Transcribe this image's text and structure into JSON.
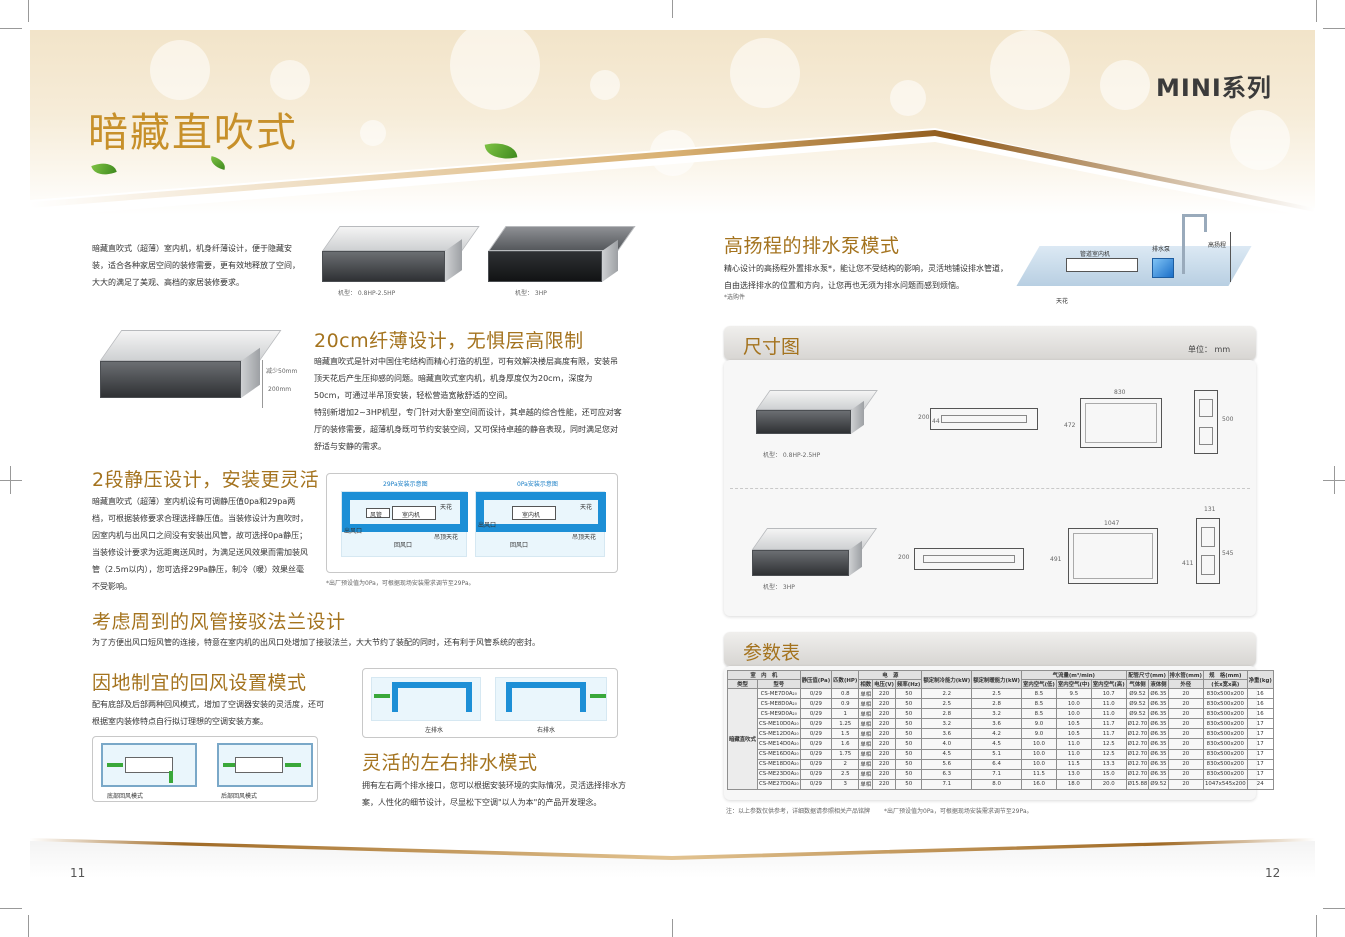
{
  "header": {
    "title": "暗藏直吹式",
    "series_logo": "MINI系列"
  },
  "intro": {
    "text": "暗藏直吹式（超薄）室内机，机身纤薄设计，便于隐藏安装，适合各种家居空间的装修需要，更有效地释放了空间，大大的满足了美观、高档的家居装修要求。",
    "model_small": "机型：  0.8HP-2.5HP",
    "model_large": "机型：  3HP"
  },
  "slim": {
    "title": "20cm纤薄设计，无惧层高限制",
    "p1": "暗藏直吹式是针对中国住宅结构而精心打造的机型，可有效解决楼层高度有限，安装吊顶天花后产生压抑感的问题。暗藏直吹式室内机，机身厚度仅为20cm，深度为50cm，可通过半吊顶安装，轻松营造宽敞舒适的空间。",
    "p2": "特别新增加2~3HP机型，专门针对大卧室空间而设计，其卓越的综合性能，还可应对客厅的装修需要，超薄机身既可节约安装空间，又可保持卓越的静音表现，同时满足您对舒适与安静的需求。",
    "dim_label_1": "减少50mm",
    "dim_label_2": "200mm"
  },
  "pressure": {
    "title": "2段静压设计，安装更灵活",
    "text": "暗藏直吹式（超薄）室内机设有可调静压值0pa和29pa两档，可根据装修要求合理选择静压值。当装修设计为直吹时，因室内机与出风口之间没有安装出风管，故可选择0pa静压；当装修设计要求为远距离送风时，为满足送风效果而需加装风管（2.5m以内），您可选择29Pa静压，制冷（暖）效果丝毫不受影响。",
    "diag1_title": "29Pa安装示意图",
    "diag2_title": "0Pa安装示意图",
    "lbl_ceiling": "天花",
    "lbl_duct": "风管",
    "lbl_indoor": "室内机",
    "lbl_outlet": "出风口",
    "lbl_return": "回风口",
    "lbl_hang": "吊顶天花",
    "note": "*出厂预设值为0Pa，可根据现场安装需求调节至29Pa。"
  },
  "flange": {
    "title": "考虑周到的风管接驳法兰设计",
    "text": "为了方便出风口短风管的连接，特意在室内机的出风口处增加了接驳法兰，大大节约了装配的同时，还有利于风管系统的密封。"
  },
  "return_air": {
    "title": "因地制宜的回风设置模式",
    "text": "配有底部及后部两种回风模式，增加了空调器安装的灵活度，还可根据室内装修特点自行拟订理想的空调安装方案。",
    "bottom_label": "底部回风模式",
    "rear_label": "后部回风模式"
  },
  "drain": {
    "title": "灵活的左右排水模式",
    "text": "拥有左右两个排水接口，您可以根据安装环境的实际情况，灵活选择排水方案，人性化的细节设计，尽显松下空调\"以人为本\"的产品开发理念。",
    "left_label": "左排水",
    "right_label": "右排水"
  },
  "pump": {
    "title": "高扬程的排水泵模式",
    "text": "精心设计的高扬程外置排水泵*，能让您不受结构的影响，灵活地铺设排水管道，自由选择排水的位置和方向，让您再也无须为排水问题而感到烦恼。",
    "note": "*选购件",
    "lbl_duct_unit": "管道室内机",
    "lbl_pump": "排水泵",
    "lbl_head": "高扬程",
    "lbl_ceiling": "天花"
  },
  "dimensions": {
    "title": "尺寸图",
    "unit": "单位：  mm",
    "model_a": "机型：  0.8HP-2.5HP",
    "model_b": "机型：  3HP",
    "a_dims": {
      "height": "200",
      "depth": "472",
      "width": "830",
      "side": "500",
      "small": "44"
    },
    "b_dims": {
      "height": "200",
      "depth": "491",
      "width": "1047",
      "side": "545",
      "top": "131",
      "bottom": "411"
    }
  },
  "spec": {
    "title": "参数表",
    "h_indoor": "室　内　机",
    "h_static": "静压值(Pa)",
    "h_hp": "匹数(HP)",
    "h_power": "电　源",
    "h_cool": "额定制冷能力(kW)",
    "h_heat": "额定制暖能力(kW)",
    "h_airflow": "气流量(m³/min)",
    "h_pipe": "配管尺寸(mm)",
    "h_drainpipe": "排水管(mm)",
    "h_size": "规　格(mm)",
    "h_weight": "净重(kg)",
    "h_type": "类型",
    "h_model": "型号",
    "h_phase": "相数",
    "h_voltage": "电压(V)",
    "h_freq": "频率(Hz)",
    "h_air_low": "室内空气(低)",
    "h_air_mid": "室内空气(中)",
    "h_air_high": "室内空气(高)",
    "h_gas": "气体侧",
    "h_liquid": "液体侧",
    "h_outer": "外径",
    "h_dim": "(长x宽x高)",
    "type_name": "暗藏直吹式",
    "rows": [
      [
        "CS-ME7D0A₂₀",
        "0/29",
        "0.8",
        "单相",
        "220",
        "50",
        "2.2",
        "2.5",
        "8.5",
        "9.5",
        "10.7",
        "Ø9.52",
        "Ø6.35",
        "20",
        "830x500x200",
        "16"
      ],
      [
        "CS-ME8D0A₂₀",
        "0/29",
        "0.9",
        "单相",
        "220",
        "50",
        "2.5",
        "2.8",
        "8.5",
        "10.0",
        "11.0",
        "Ø9.52",
        "Ø6.35",
        "20",
        "830x500x200",
        "16"
      ],
      [
        "CS-ME9D0A₂₀",
        "0/29",
        "1",
        "单相",
        "220",
        "50",
        "2.8",
        "3.2",
        "8.5",
        "10.0",
        "11.0",
        "Ø9.52",
        "Ø6.35",
        "20",
        "830x500x200",
        "16"
      ],
      [
        "CS-ME10D0A₂₀",
        "0/29",
        "1.25",
        "单相",
        "220",
        "50",
        "3.2",
        "3.6",
        "9.0",
        "10.5",
        "11.7",
        "Ø12.70",
        "Ø6.35",
        "20",
        "830x500x200",
        "17"
      ],
      [
        "CS-ME12D0A₂₀",
        "0/29",
        "1.5",
        "单相",
        "220",
        "50",
        "3.6",
        "4.2",
        "9.0",
        "10.5",
        "11.7",
        "Ø12.70",
        "Ø6.35",
        "20",
        "830x500x200",
        "17"
      ],
      [
        "CS-ME14D0A₂₀",
        "0/29",
        "1.6",
        "单相",
        "220",
        "50",
        "4.0",
        "4.5",
        "10.0",
        "11.0",
        "12.5",
        "Ø12.70",
        "Ø6.35",
        "20",
        "830x500x200",
        "17"
      ],
      [
        "CS-ME16D0A₂₀",
        "0/29",
        "1.75",
        "单相",
        "220",
        "50",
        "4.5",
        "5.1",
        "10.0",
        "11.0",
        "12.5",
        "Ø12.70",
        "Ø6.35",
        "20",
        "830x500x200",
        "17"
      ],
      [
        "CS-ME18D0A₂₀",
        "0/29",
        "2",
        "单相",
        "220",
        "50",
        "5.6",
        "6.4",
        "10.0",
        "11.5",
        "13.3",
        "Ø12.70",
        "Ø6.35",
        "20",
        "830x500x200",
        "17"
      ],
      [
        "CS-ME23D0A₂₀",
        "0/29",
        "2.5",
        "单相",
        "220",
        "50",
        "6.3",
        "7.1",
        "11.5",
        "13.0",
        "15.0",
        "Ø12.70",
        "Ø6.35",
        "20",
        "830x500x200",
        "17"
      ],
      [
        "CS-ME27D0A₂₀",
        "0/29",
        "3",
        "单相",
        "220",
        "50",
        "7.1",
        "8.0",
        "16.0",
        "18.0",
        "20.0",
        "Ø15.88",
        "Ø9.52",
        "20",
        "1047x545x200",
        "24"
      ]
    ],
    "note1": "注：以上参数仅供参考，详细数据请参照相关产品铭牌",
    "note2": "*出厂预设值为0Pa，可根据现场安装需求调节至29Pa。"
  },
  "footer": {
    "page_left": "11",
    "page_right": "12"
  }
}
